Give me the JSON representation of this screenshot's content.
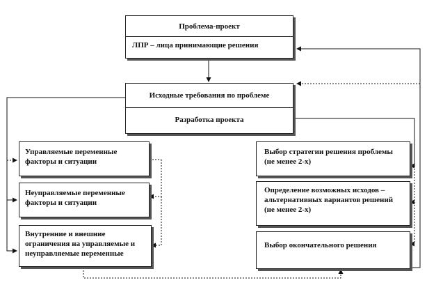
{
  "top_box": {
    "title": "Проблема-проект",
    "subtitle": "ЛПР – лица принимающие решения"
  },
  "center_box": {
    "requirements": "Исходные  требования по проблеме",
    "development": "Разработка проекта"
  },
  "left_boxes": [
    {
      "text": "Управляемые переменные факторы и ситуации"
    },
    {
      "text": "Неуправляемые переменные факторы и ситуации"
    },
    {
      "text": "Внутренние и внешние ограничения на управляемые и неуправляемые переменные"
    }
  ],
  "right_boxes": [
    {
      "text": "Выбор стратегии решения проблемы (не менее 2-х)"
    },
    {
      "text": "Определение возможных исходов – альтернативных  вариантов решений (не менее 2-х)"
    },
    {
      "text": "Выбор окончательного  решения"
    }
  ]
}
